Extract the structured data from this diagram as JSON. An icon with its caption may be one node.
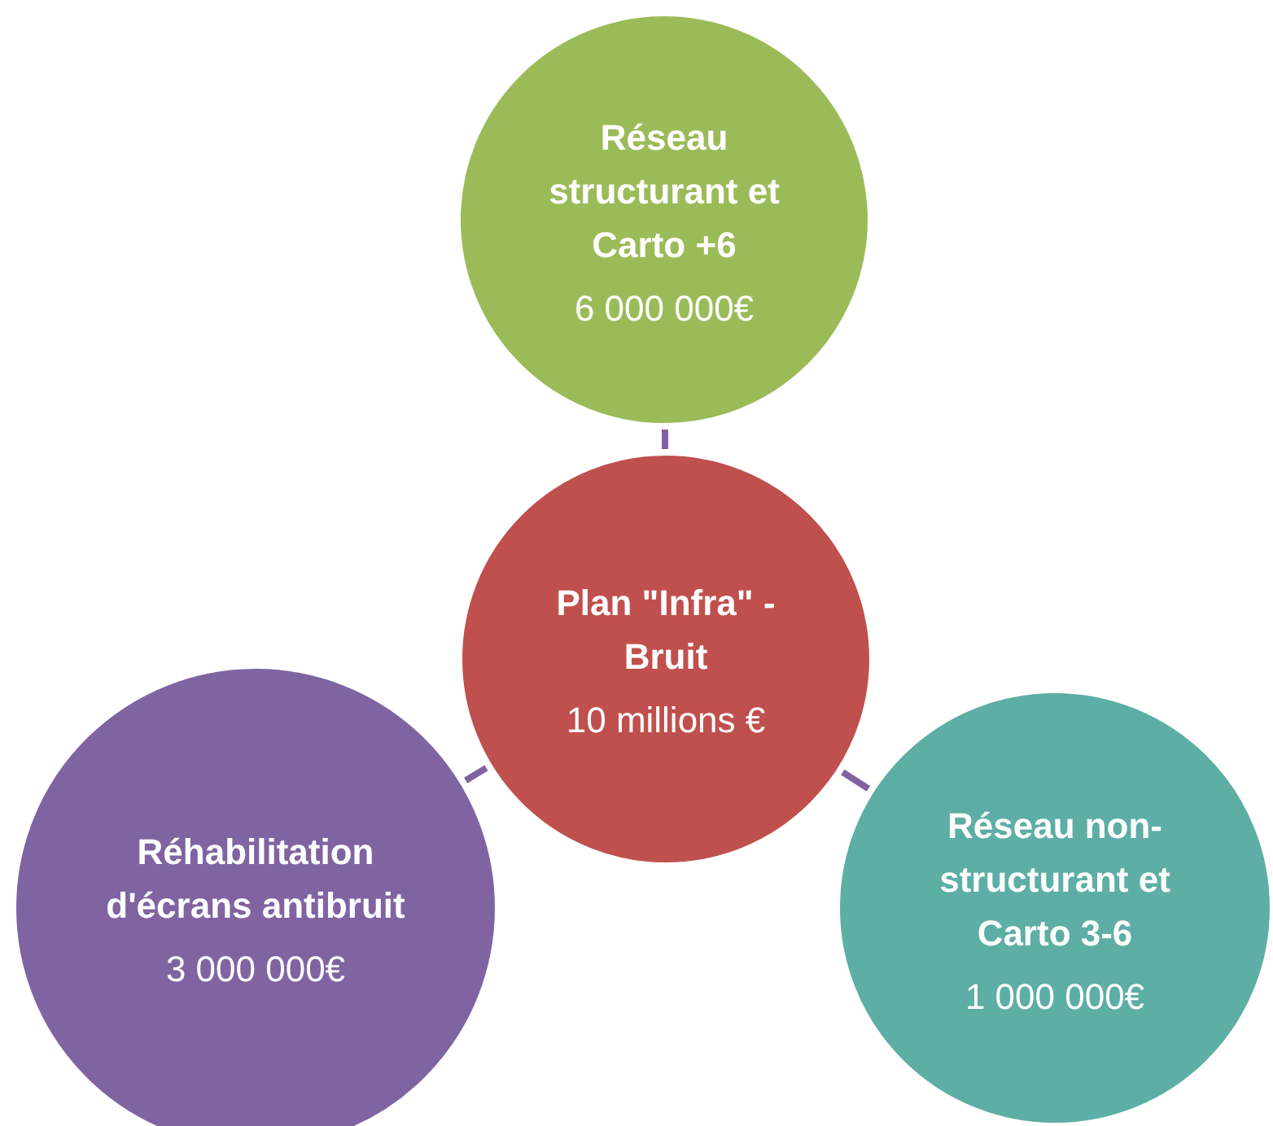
{
  "diagram": {
    "nodes": [
      {
        "text": [
          "Réseau structurant et Carto +6",
          "6 000 000€"
        ]
      },
      {
        "text": [
          "Plan \"Infra\" - Bruit",
          "10 millions €"
        ]
      },
      {
        "text": [
          "Réhabilitation d'écrans antibruit",
          "3 000 000€"
        ]
      },
      {
        "text": [
          "Réseau non-structurant et Carto 3-6",
          "1 000 000€"
        ]
      }
    ],
    "edges": [
      {
        "from": 1,
        "to": 0,
        "arrow": "none"
      },
      {
        "from": 1,
        "to": 2,
        "arrow": "none"
      },
      {
        "from": 1,
        "to": 3,
        "arrow": "none"
      }
    ]
  }
}
